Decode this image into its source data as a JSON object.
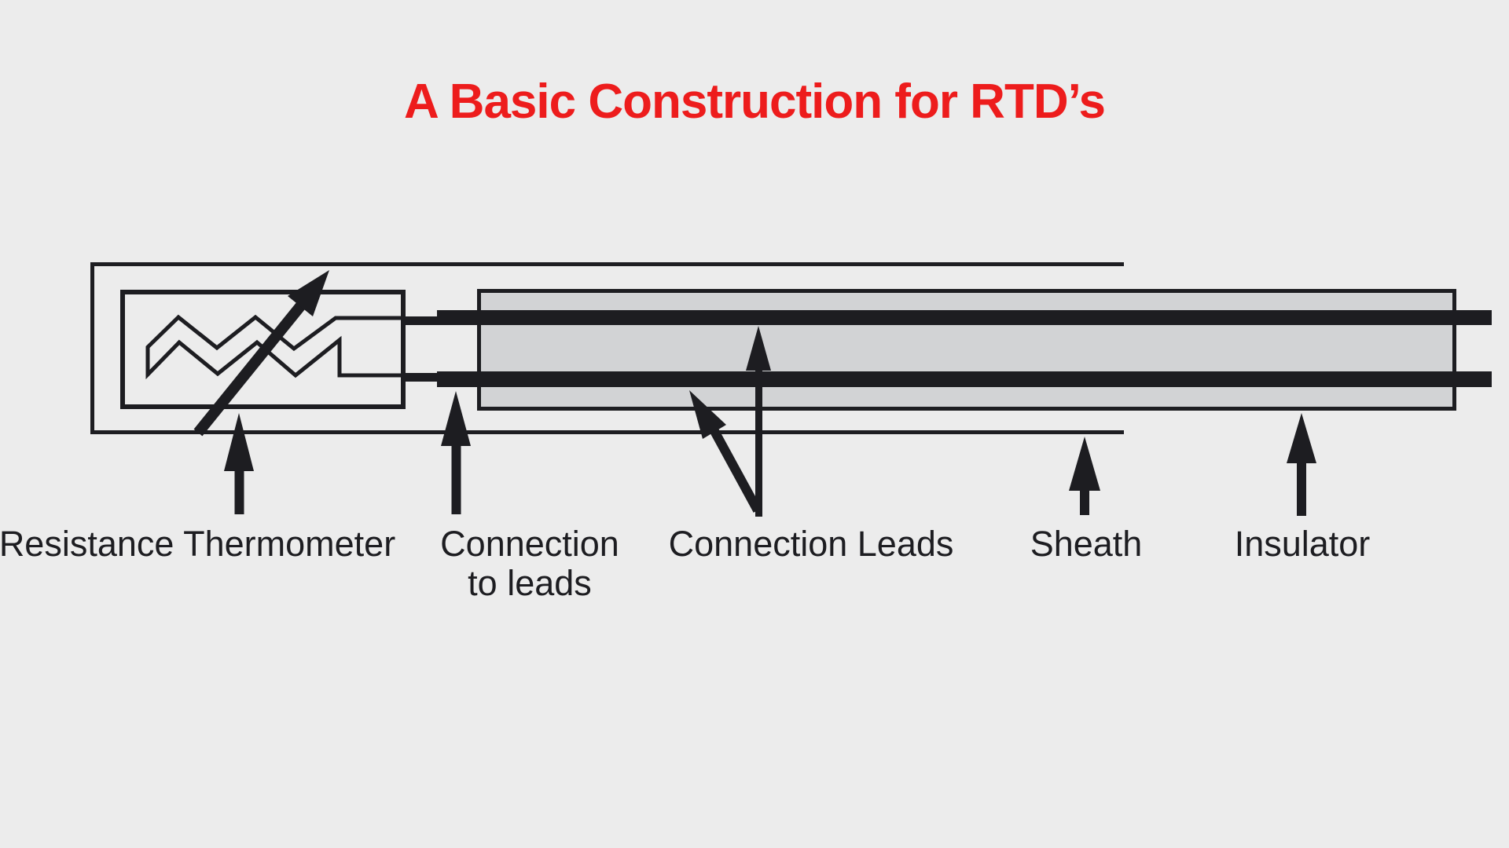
{
  "title": {
    "text": "A Basic Construction for RTD’s",
    "color": "#ed1c1c"
  },
  "colors": {
    "background": "#ececec",
    "ink": "#1d1d21",
    "insulator_fill": "#d2d3d5"
  },
  "diagram": {
    "labels": [
      {
        "text": "Resistance Thermometer"
      },
      {
        "line1": "Connection",
        "line2": "to leads"
      },
      {
        "text": "Connection Leads"
      },
      {
        "text": "Sheath"
      },
      {
        "text": "Insulator"
      }
    ]
  }
}
